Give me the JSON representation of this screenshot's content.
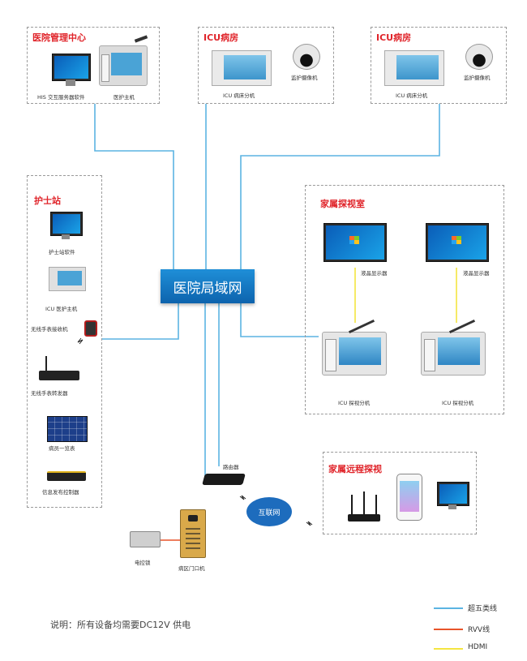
{
  "diagram": {
    "lan_label": "医院局域网",
    "internet_label": "互联网",
    "sections": {
      "mgmt": {
        "title": "医院管理中心",
        "devices": [
          "HIS 交互服务器软件",
          "医护主机"
        ]
      },
      "icu1": {
        "title": "ICU病房",
        "devices": [
          "ICU 病床分机",
          "监护摄像机"
        ]
      },
      "icu2": {
        "title": "ICU病房",
        "devices": [
          "ICU 病床分机",
          "监护摄像机"
        ]
      },
      "nurse": {
        "title": "护士站",
        "devices": [
          "护士站软件",
          "ICU 医护主机",
          "无线手表接收机",
          "无线手表转发器",
          "病员一览表",
          "信息发布控制器"
        ]
      },
      "visit": {
        "title": "家属探视室",
        "devices": [
          "液晶显示器",
          "液晶显示器",
          "ICU 探视分机",
          "ICU 探视分机"
        ]
      },
      "remote": {
        "title": "家属远程探视"
      }
    },
    "router_label": "路由器",
    "lock_label": "电控锁",
    "door_label": "病区门口机",
    "note": "说明：所有设备均需要DC12V 供电",
    "legend": [
      {
        "label": "超五类线",
        "color": "#5bb4e2"
      },
      {
        "label": "RVV线",
        "color": "#e8542a"
      },
      {
        "label": "HDMI",
        "color": "#f4e541"
      }
    ]
  }
}
